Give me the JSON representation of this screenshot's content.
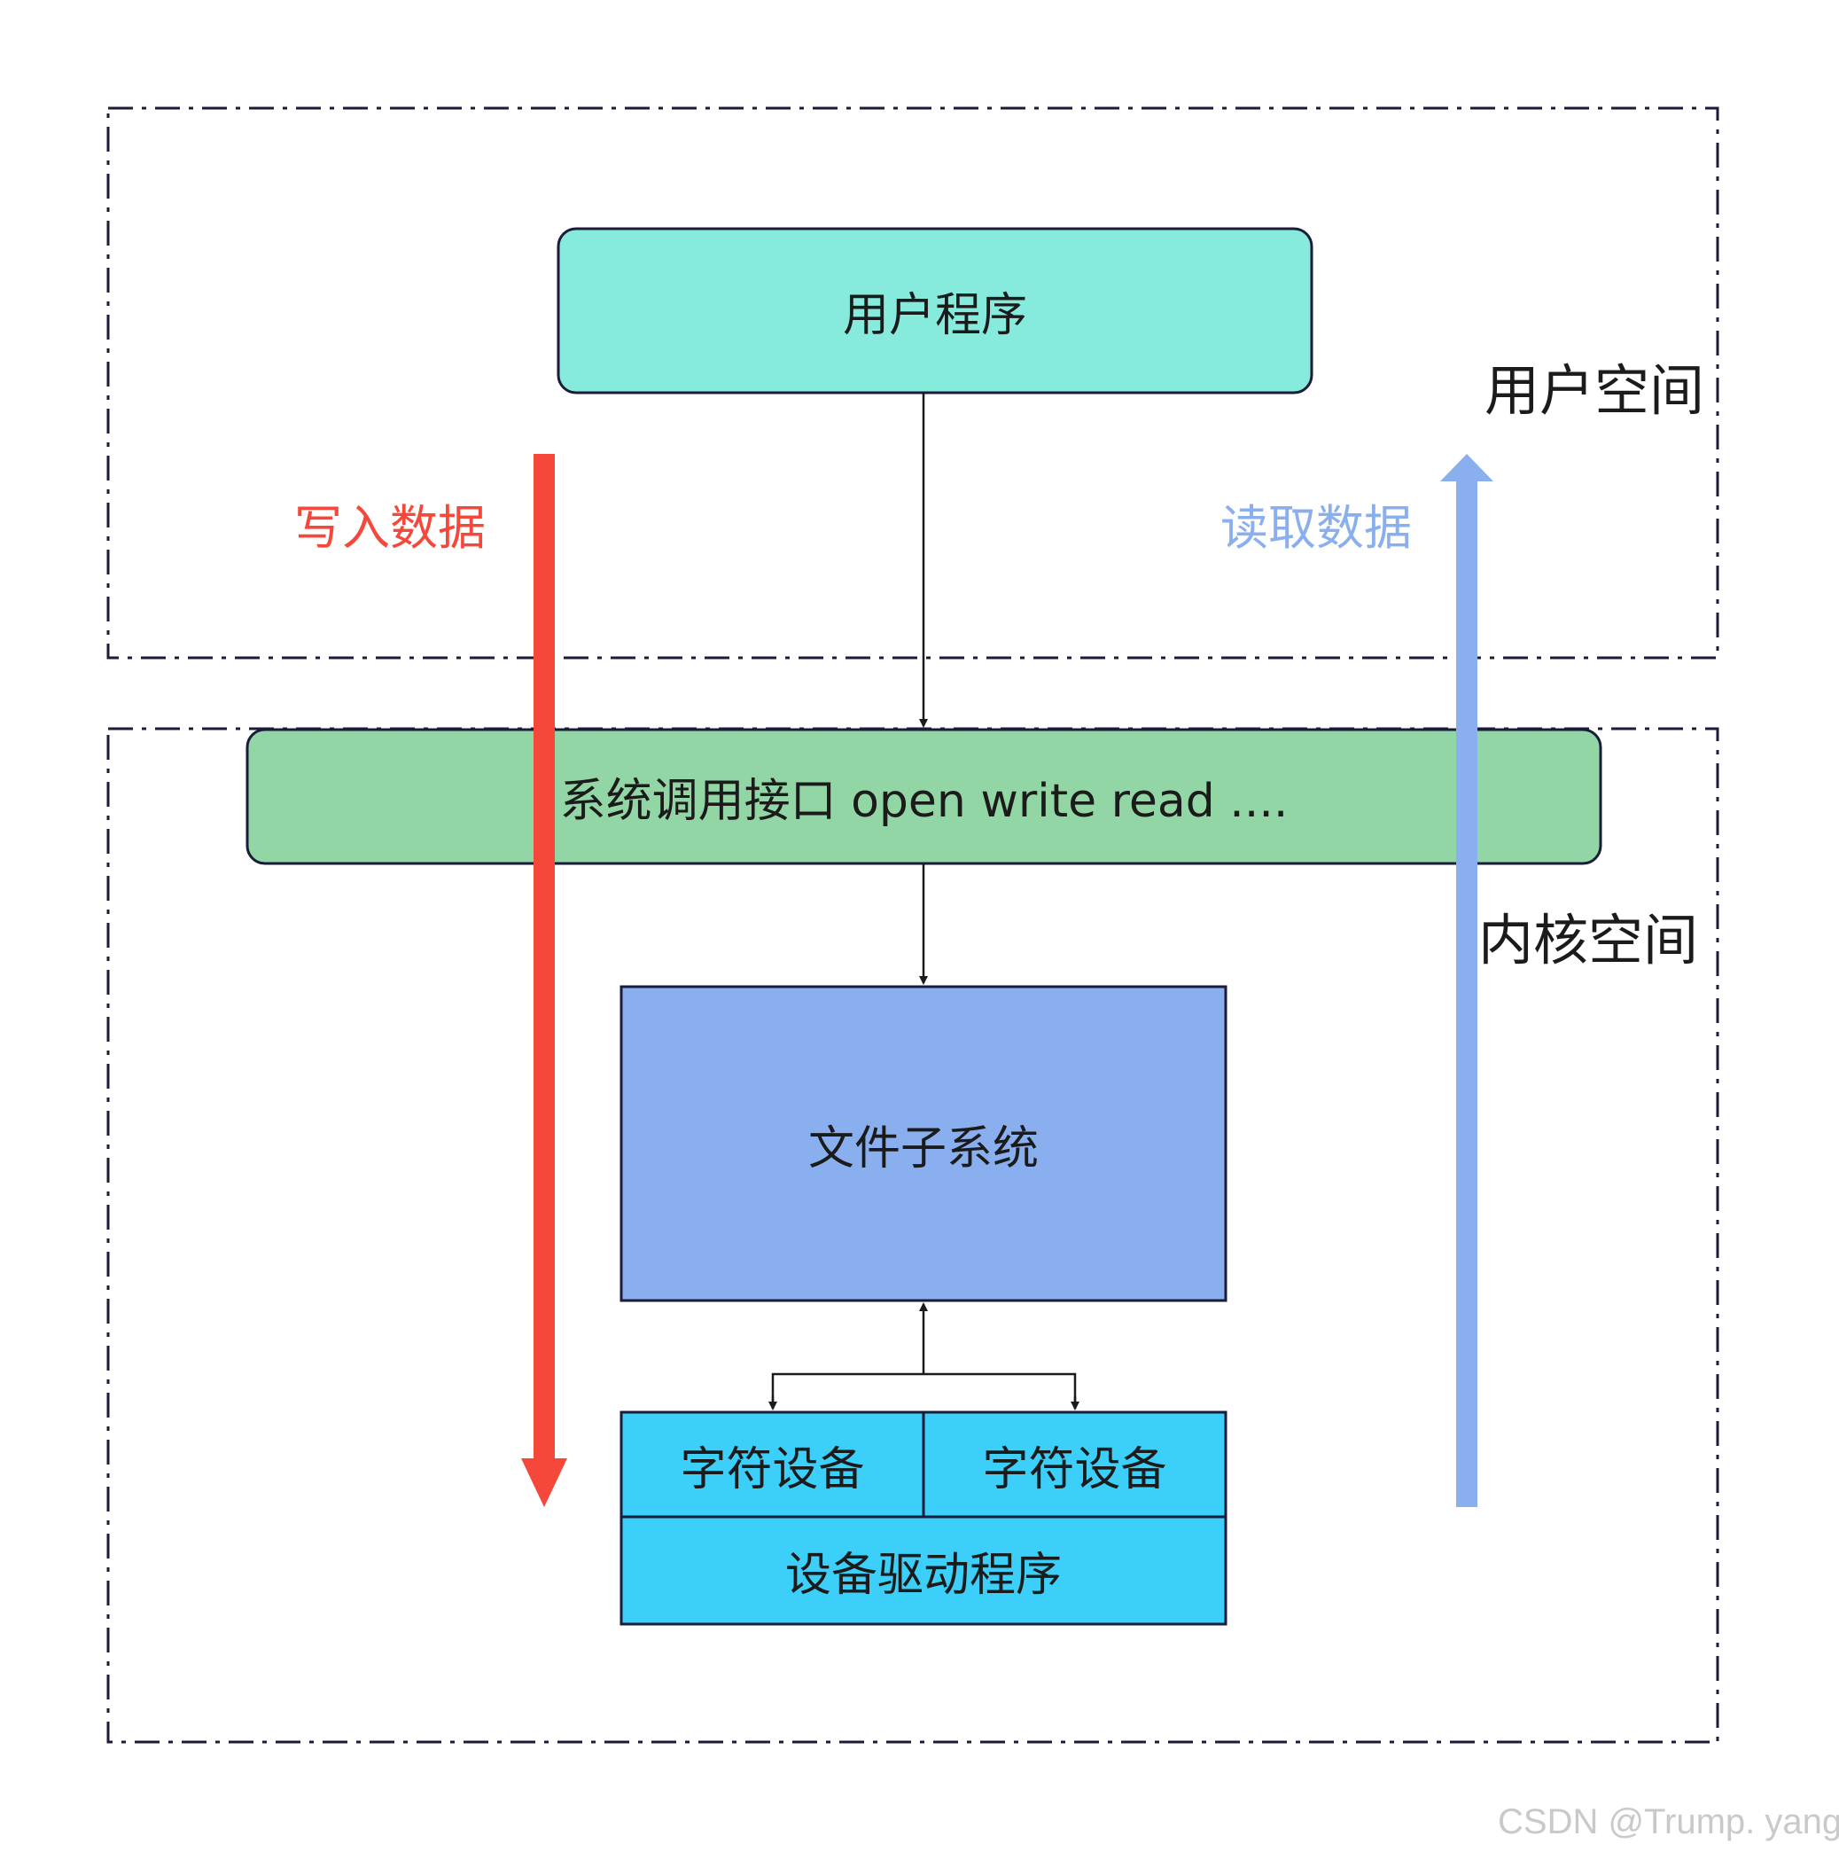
{
  "colors": {
    "user_program_fill": "#86ebdd",
    "syscall_fill": "#93d6a6",
    "filesystem_fill": "#89afef",
    "device_fill": "#3bcff9",
    "write_arrow": "#f5483a",
    "read_arrow": "#89afef",
    "write_text": "#f5483a",
    "read_text": "#89afef",
    "stroke": "#1b1b3a"
  },
  "regions": {
    "user_space_label": "用户空间",
    "kernel_space_label": "内核空间"
  },
  "boxes": {
    "user_program": "用户程序",
    "syscall_interface": "系统调用接口 open write read ....",
    "file_subsystem": "文件子系统",
    "char_device_left": "字符设备",
    "char_device_right": "字符设备",
    "device_driver": "设备驱动程序"
  },
  "flows": {
    "write_data": "写入数据",
    "read_data": "读取数据"
  },
  "watermark": "CSDN @Trump. yang"
}
